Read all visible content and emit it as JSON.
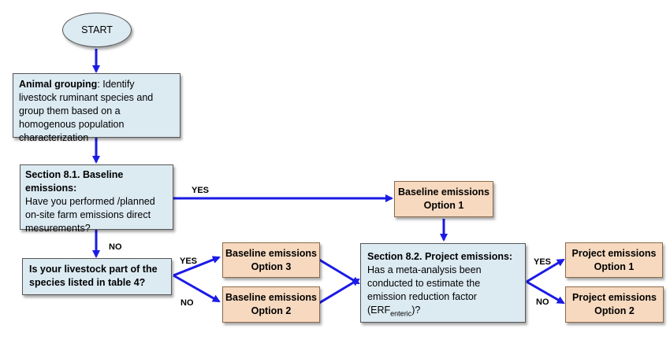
{
  "start": "START",
  "grouping": {
    "title": "Animal grouping",
    "text": ": Identify livestock ruminant species and group them based on a homogenous population characterization"
  },
  "baseline_section": {
    "title": "Section 8.1. Baseline emissions:",
    "text": "Have you  performed /planned on-site farm emissions direct mesurements?"
  },
  "livestock_question": "Is your livestock part of the species listed in table 4?",
  "baseline_opt1": {
    "line1": "Baseline emissions",
    "line2": "Option 1"
  },
  "baseline_opt3": {
    "line1": "Baseline emissions",
    "line2": "Option 3"
  },
  "baseline_opt2": {
    "line1": "Baseline emissions",
    "line2": "Option 2"
  },
  "project_section": {
    "title": "Section 8.2. Project emissions:",
    "text_before": "Has a meta-analysis been conducted to estimate the emission reduction factor (ERF",
    "subscript": "enteric",
    "text_after": ")?"
  },
  "project_opt1": {
    "line1": "Project emissions",
    "line2": "Option 1"
  },
  "project_opt2": {
    "line1": "Project emissions",
    "line2": "Option 2"
  },
  "labels": {
    "yes_top": "YES",
    "no_down": "NO",
    "yes_left": "YES",
    "no_left": "NO",
    "yes_right": "YES",
    "no_right": "NO"
  },
  "colors": {
    "arrow": "#1a1ae6",
    "box_blue": "#dceaf2",
    "box_tan": "#f7d9bf"
  }
}
